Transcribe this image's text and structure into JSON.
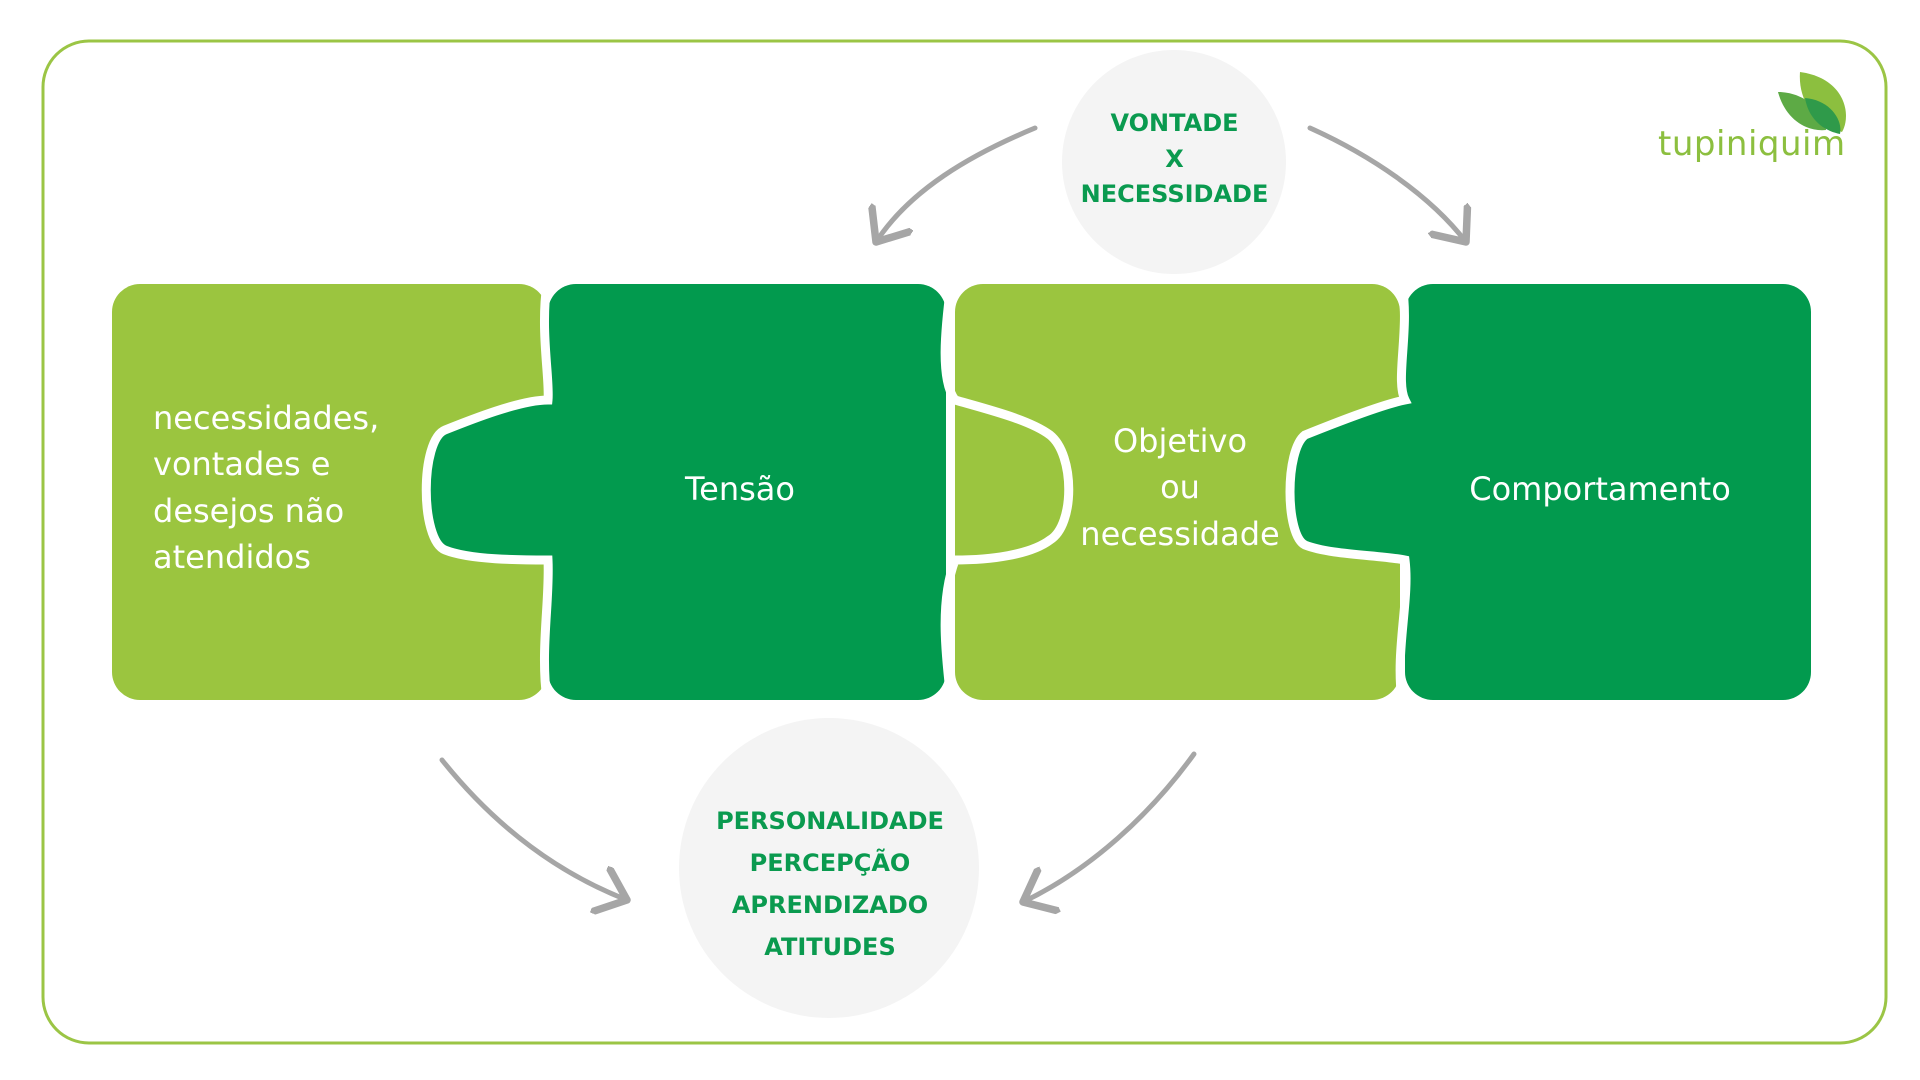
{
  "colors": {
    "frame": "#9bc545",
    "light_green": "#9bc53f",
    "dark_green": "#029a4e",
    "circle_fill": "#f4f4f4",
    "circle_text": "#0a9a4f",
    "arrow": "#a6a6a6"
  },
  "logo": {
    "text": "tupiniquim",
    "icon": "leaf-icon"
  },
  "top_circle": {
    "text": "VONTADE\nX\nNECESSIDADE"
  },
  "bottom_circle": {
    "text": "PERSONALIDADE\nPERCEPÇÃO\nAPRENDIZADO\nATITUDES"
  },
  "pieces": [
    {
      "text": "necessidades,\nvontades e\ndesejos não\natendidos",
      "color": "light"
    },
    {
      "text": "Tensão",
      "color": "dark"
    },
    {
      "text": "Objetivo\nou\nnecessidade",
      "color": "light"
    },
    {
      "text": "Comportamento",
      "color": "dark"
    }
  ]
}
